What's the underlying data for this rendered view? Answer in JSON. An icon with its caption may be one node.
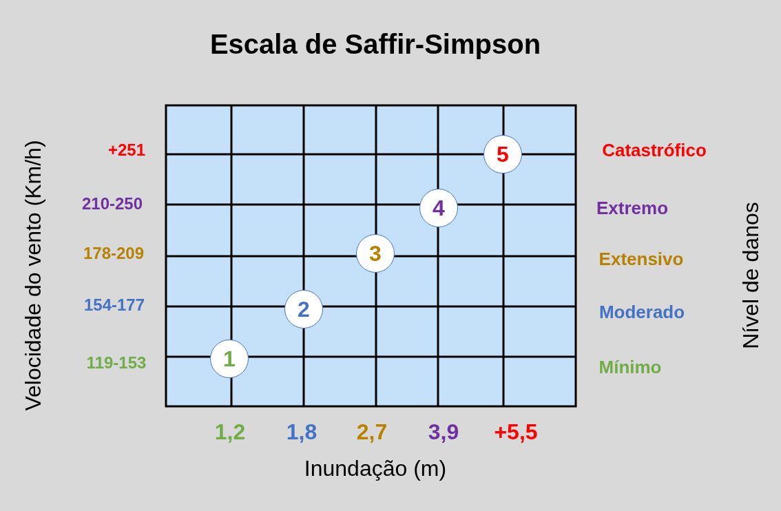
{
  "diagram": {
    "title": "Escala de Saffir-Simpson",
    "nodes": [
      {
        "text": [
          "1"
        ]
      },
      {
        "text": [
          "2"
        ]
      },
      {
        "text": [
          "3"
        ]
      },
      {
        "text": [
          "4"
        ]
      },
      {
        "text": [
          "5"
        ]
      }
    ],
    "labels": [
      "Velocidade do vento (Km/h)",
      "+251",
      "Catastrófico",
      "210-250",
      "Extremo",
      "178-209",
      "Extensivo",
      "154-177",
      "Moderado",
      "119-153",
      "Mínimo",
      "Nível de danos",
      "1,2",
      "1,8",
      "2,7",
      "3,9",
      "+5,5",
      "Inundação (m)"
    ]
  }
}
